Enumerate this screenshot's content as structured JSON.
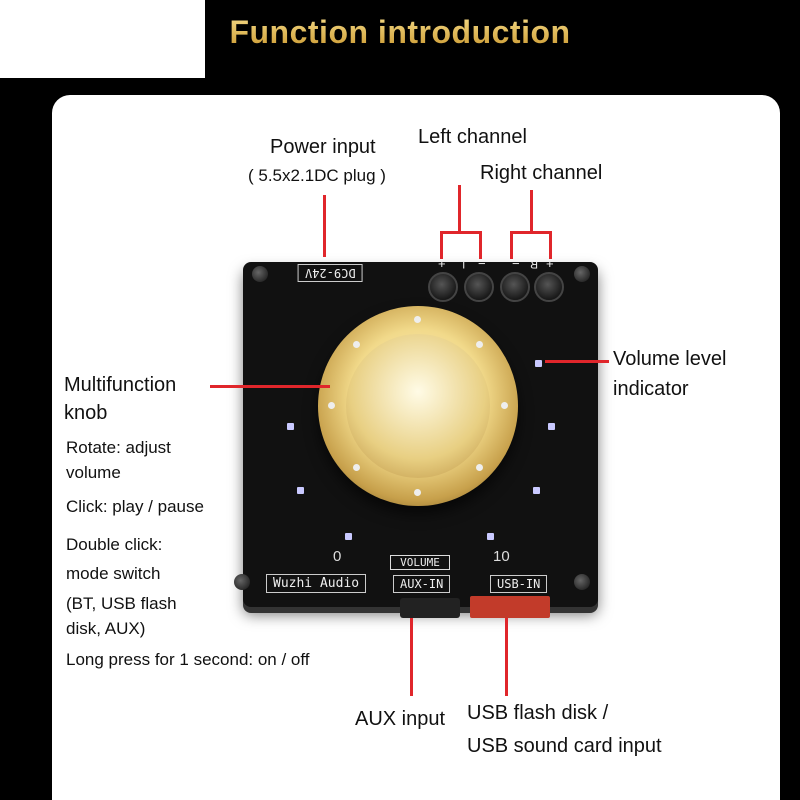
{
  "header": {
    "title": "Function introduction"
  },
  "labels": {
    "power_input": "Power input",
    "power_plug": "( 5.5x2.1DC plug )",
    "left_channel": "Left channel",
    "right_channel": "Right channel",
    "volume_level_1": "Volume level",
    "volume_level_2": "indicator",
    "knob_1": "Multifunction",
    "knob_2": "knob",
    "rotate_1": "Rotate: adjust",
    "rotate_2": "volume",
    "click": "Click: play / pause",
    "double_1": "Double click:",
    "double_2": "mode switch",
    "double_3": "(BT, USB flash",
    "double_4": "disk, AUX)",
    "long_press": "Long press for 1 second: on / off",
    "aux_input": "AUX input",
    "usb_1": "USB flash disk /",
    "usb_2": "USB sound card input"
  },
  "board": {
    "dc_label": "DC9-24V",
    "brand": "Wuzhi Audio",
    "aux_in": "AUX-IN",
    "usb_in": "USB-IN",
    "volume": "VOLUME",
    "vol_min": "0",
    "vol_max": "10",
    "l_plus": "+",
    "l_letter": "L",
    "l_minus": "−",
    "r_minus": "−",
    "r_letter": "R",
    "r_plus": "+"
  },
  "colors": {
    "accent": "#e0262b",
    "title_gold": "#e9c46a"
  }
}
